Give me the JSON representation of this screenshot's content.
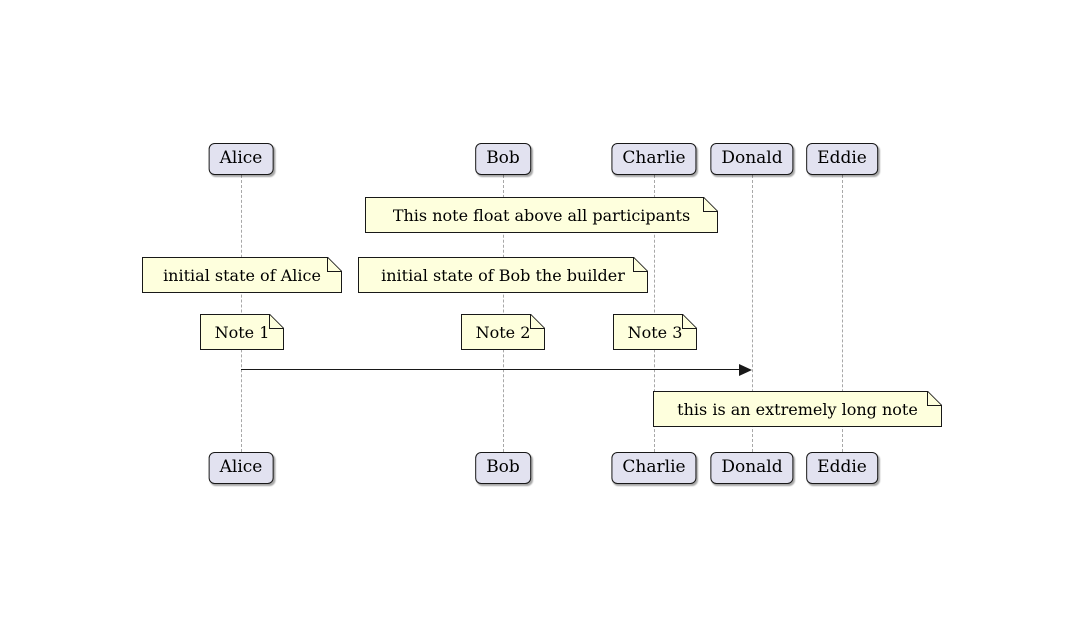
{
  "participants": [
    {
      "name": "Alice"
    },
    {
      "name": "Bob"
    },
    {
      "name": "Charlie"
    },
    {
      "name": "Donald"
    },
    {
      "name": "Eddie"
    }
  ],
  "notes": {
    "floating": "This note float above all participants",
    "alice_initial": "initial state of Alice",
    "bob_initial": "initial state of Bob the builder",
    "note1": "Note 1",
    "note2": "Note 2",
    "note3": "Note 3",
    "long_note": "this is an extremely long note"
  },
  "message": {
    "from": "Alice",
    "to": "Donald",
    "label": ""
  },
  "colors": {
    "note_fill": "#FEFFDD",
    "participant_fill": "#E2E2F0",
    "border": "#181818",
    "lifeline": "#A8A8A8",
    "arrow": "#181818",
    "background": "#FFFFFF"
  }
}
